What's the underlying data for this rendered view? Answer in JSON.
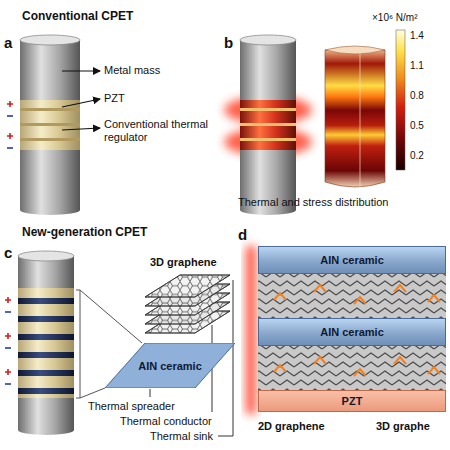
{
  "diagram": {
    "nodes": [
      {
        "text": [
          "AIN ceramic"
        ]
      },
      {
        "text": [
          "AIN ceramic"
        ]
      },
      {
        "text": [
          "AIN ceramic"
        ]
      },
      {
        "text": [
          "PZT"
        ]
      }
    ],
    "labels": [
      "a",
      "Conventional CPET",
      "Metal mass",
      "PZT",
      "Conventional thermal regulator",
      "b",
      "×10⁶ N/m²",
      "1.4",
      "1.1",
      "0.8",
      "0.5",
      "0.2",
      "Thermal and stress distribution",
      "c",
      "New-generation CPET",
      "3D graphene",
      "Thermal spreader",
      "Thermal conductor",
      "Thermal sink",
      "d",
      "2D graphene",
      "3D graphe"
    ]
  }
}
